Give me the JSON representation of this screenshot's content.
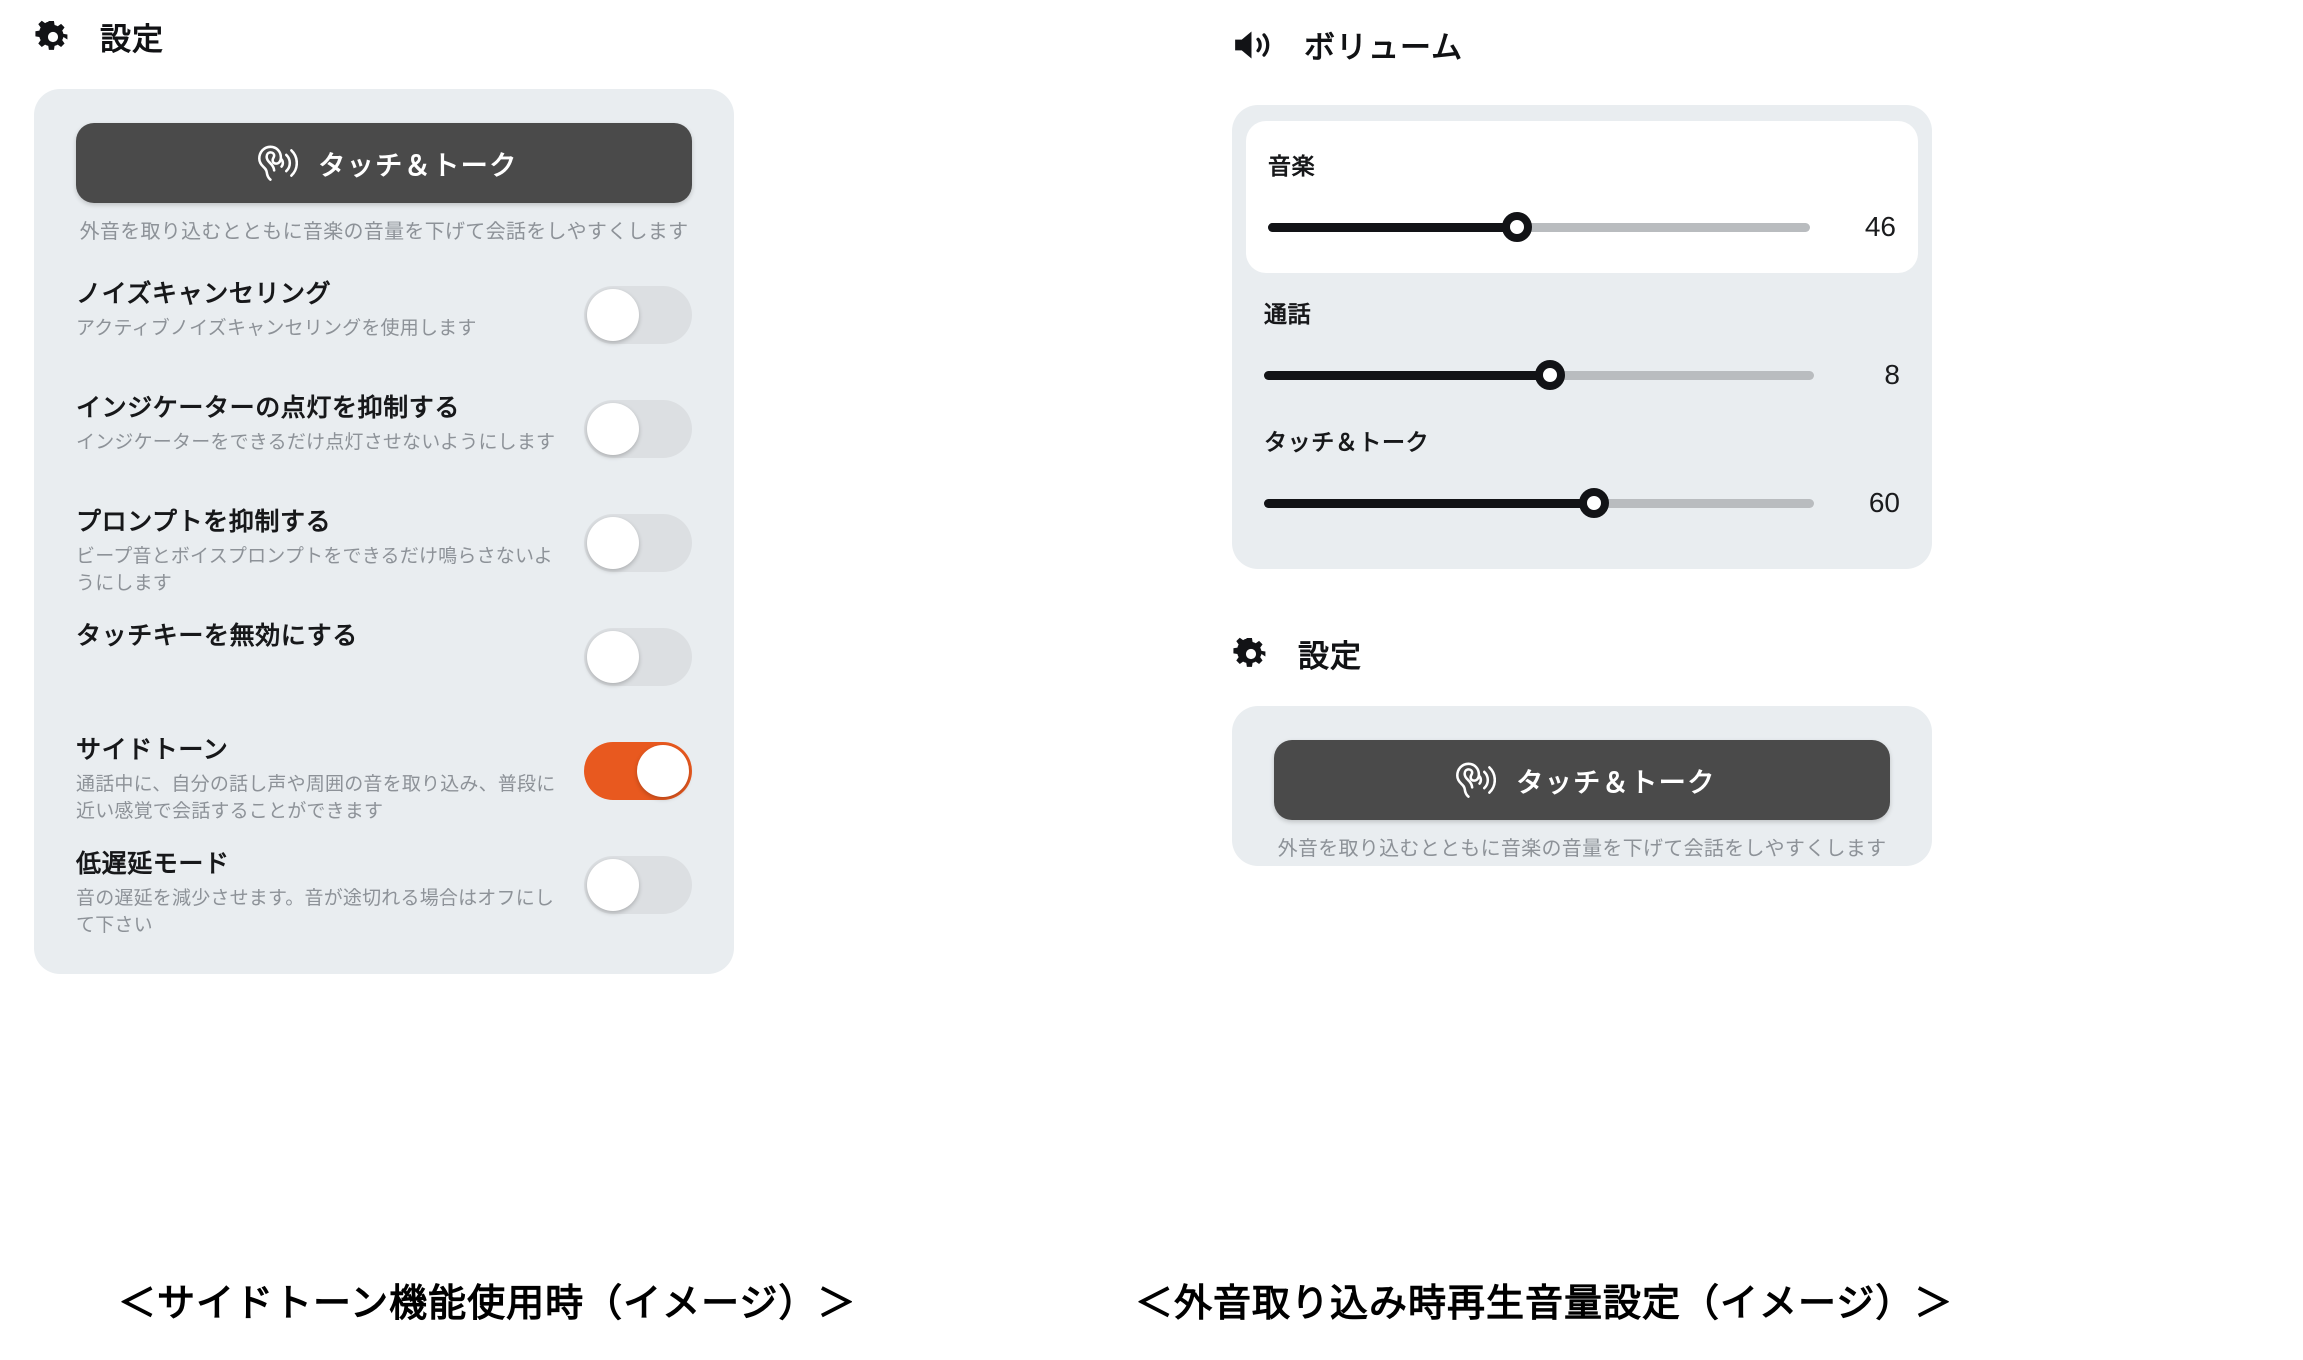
{
  "left": {
    "header": {
      "icon": "gear-icon",
      "title": "設定"
    },
    "touch_talk": {
      "icon": "ear-listen-icon",
      "button_label": "タッチ＆トーク",
      "description": "外音を取り込むとともに音楽の音量を下げて会話をしやすくします"
    },
    "items": [
      {
        "title": "ノイズキャンセリング",
        "desc": "アクティブノイズキャンセリングを使用します",
        "state": "off"
      },
      {
        "title": "インジケーターの点灯を抑制する",
        "desc": "インジケーターをできるだけ点灯させないようにします",
        "state": "off"
      },
      {
        "title": "プロンプトを抑制する",
        "desc": "ビープ音とボイスプロンプトをできるだけ鳴らさないようにします",
        "state": "off"
      },
      {
        "title": "タッチキーを無効にする",
        "desc": "",
        "state": "off"
      },
      {
        "title": "サイドトーン",
        "desc": "通話中に、自分の話し声や周囲の音を取り込み、普段に近い感覚で会話することができます",
        "state": "on"
      },
      {
        "title": "低遅延モード",
        "desc": "音の遅延を減少させます。音が途切れる場合はオフにして下さい",
        "state": "off"
      }
    ]
  },
  "right": {
    "volume_header": {
      "icon": "speaker-volume-icon",
      "title": "ボリューム"
    },
    "sliders": [
      {
        "label": "音楽",
        "value": "46",
        "percent": 46,
        "highlighted": true
      },
      {
        "label": "通話",
        "value": "8",
        "percent": 52,
        "highlighted": false
      },
      {
        "label": "タッチ＆トーク",
        "value": "60",
        "percent": 60,
        "highlighted": false
      }
    ],
    "settings_header": {
      "icon": "gear-icon",
      "title": "設定"
    },
    "touch_talk": {
      "icon": "ear-listen-icon",
      "button_label": "タッチ＆トーク",
      "description": "外音を取り込むとともに音楽の音量を下げて会話をしやすくします"
    }
  },
  "captions": {
    "left": "＜サイドトーン機能使用時（イメージ）＞",
    "right": "＜外音取り込み時再生音量設定（イメージ）＞"
  },
  "colors": {
    "panel_bg": "#e9edf0",
    "toggle_on": "#e8591f",
    "toggle_off": "#dcdfe2",
    "button_bg": "#4a4a4a",
    "slider_fill": "#121316",
    "slider_track": "#b9bcbf",
    "muted_text": "#8d9298"
  }
}
